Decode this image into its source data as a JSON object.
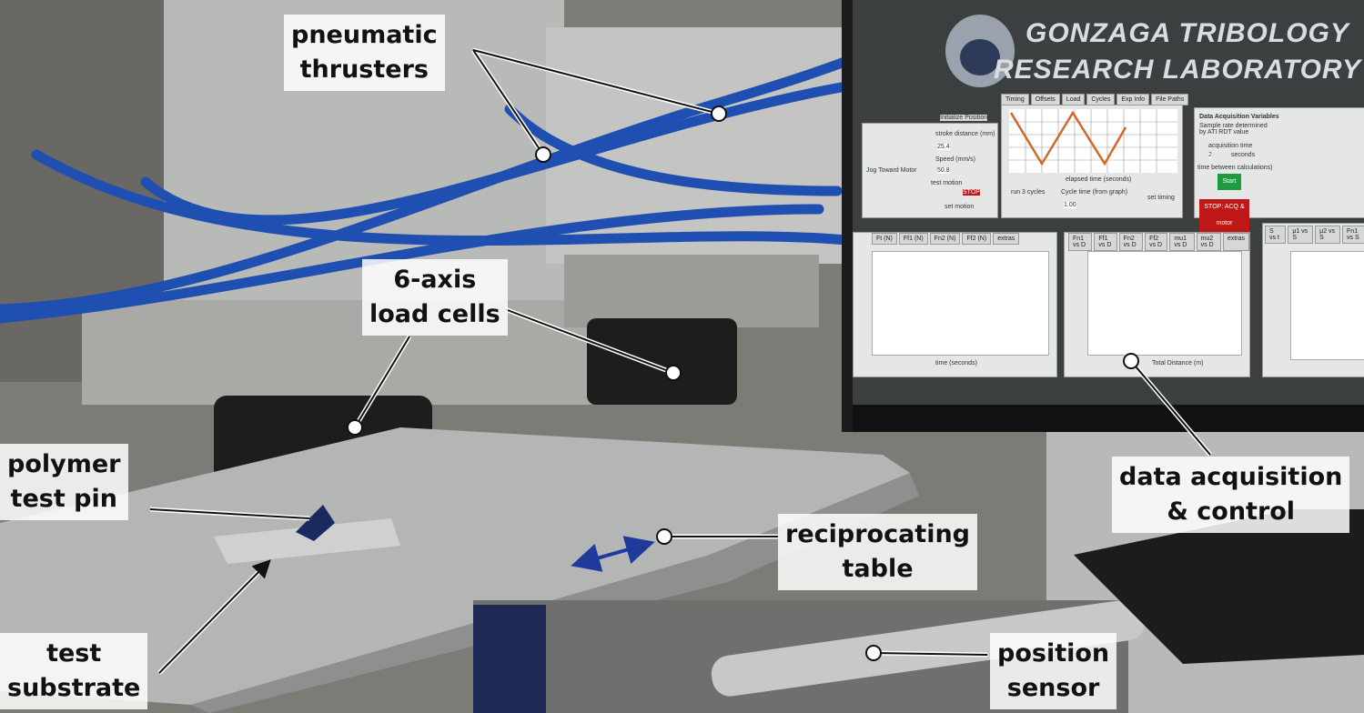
{
  "labels": {
    "pneumatic": [
      "pneumatic",
      "thrusters"
    ],
    "loadcells": [
      "6-axis",
      "load cells"
    ],
    "pin": [
      "polymer",
      "test pin"
    ],
    "substrate": [
      "test",
      "substrate"
    ],
    "table": [
      "reciprocating",
      "table"
    ],
    "sensor": [
      "position",
      "sensor"
    ],
    "daq": [
      "data acquisition",
      "& control"
    ]
  },
  "screen": {
    "title_line1": "GONZAGA TRIBOLOGY",
    "title_line2": "RESEARCH LABORATORY",
    "top_tabs": [
      "Timing",
      "Offsets",
      "Load",
      "Cycles",
      "Exp Info",
      "File Paths"
    ],
    "init_tab": "Initialize Position",
    "stroke_label": "stroke distance (mm)",
    "stroke_value": "25.4",
    "speed_label": "Speed (mm/s)",
    "speed_value": "50.8",
    "jog_label": "Jog Toward Motor",
    "test_motion": "test motion",
    "set_motion": "set motion",
    "stop_small": "STOP",
    "xaxis_label": "elapsed time (seconds)",
    "run_cycles": "run 3 cycles",
    "cycle_time_label": "Cycle time (from graph)",
    "cycle_time_value": "1.00",
    "set_timing": "set timing",
    "daq_title": "Data Acquisition Variables",
    "daq_note": "Sample rate determined by ATI RDT value",
    "acq_time_label": "acquisition time",
    "acq_time_value": "2",
    "acq_unit": "seconds",
    "calc_label": "time between calculations)",
    "start_btn": "Start",
    "stop_btn": "STOP: ACQ & motor",
    "bottom_tabs_1": [
      "Ft (N)",
      "Ff1 (N)",
      "Fn2 (N)",
      "Ff2 (N)",
      "extras"
    ],
    "bottom_tabs_2": [
      "Fn1 vs D",
      "Ff1 vs D",
      "Fn2 vs D",
      "Ff2 vs D",
      "mu1 vs D",
      "mu2 vs D",
      "extras"
    ],
    "bottom_tabs_3": [
      "S vs t",
      "μ1 vs S",
      "μ2 vs S",
      "Fn1 vs S"
    ],
    "x1_label": "time (seconds)",
    "x2_label": "Total Distance (m)"
  },
  "colors": {
    "tubing": "#1f4fb0",
    "arrow": "#1e3a9a",
    "stop": "#c01818",
    "start": "#1f9a40"
  }
}
